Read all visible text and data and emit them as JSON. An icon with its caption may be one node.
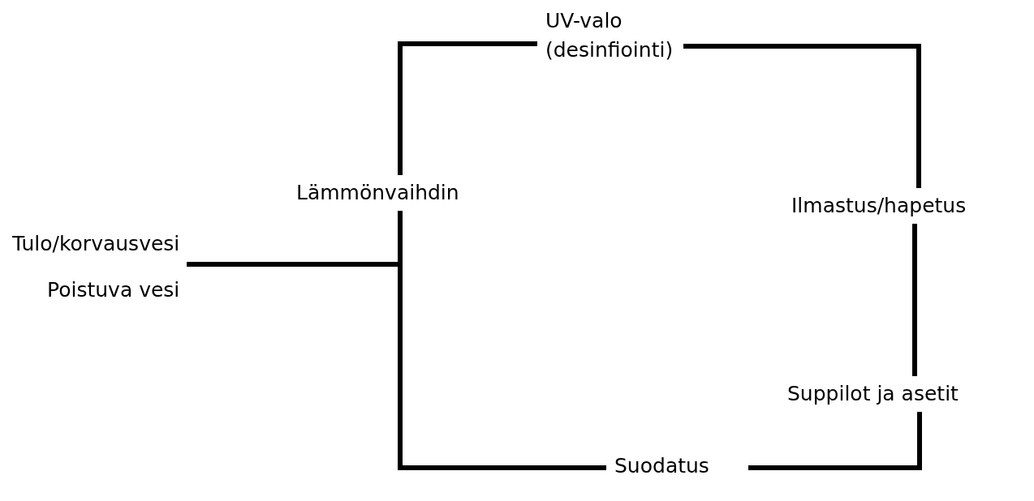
{
  "diagram": {
    "nodes": [
      {
        "text": [
          "UV-valo (desinfiointi)"
        ]
      },
      {
        "text": [
          "Lämmönvaihdin"
        ]
      },
      {
        "text": [
          "Ilmastus/hapetus"
        ]
      },
      {
        "text": [
          "Tulo/korvausvesi"
        ]
      },
      {
        "text": [
          "Poistuva vesi"
        ]
      },
      {
        "text": [
          "Suppilot ja asetit"
        ]
      },
      {
        "text": [
          "Suodatus"
        ]
      }
    ],
    "edges": [
      {
        "from": 1,
        "to": 0,
        "arrow": "none"
      },
      {
        "from": 0,
        "to": 2,
        "arrow": "none"
      },
      {
        "from": 2,
        "to": 5,
        "arrow": "none"
      },
      {
        "from": 5,
        "to": 6,
        "arrow": "none"
      },
      {
        "from": 6,
        "to": 1,
        "arrow": "none"
      },
      {
        "from": 3,
        "to": 1,
        "arrow": "none"
      },
      {
        "from": 4,
        "to": 1,
        "arrow": "none"
      }
    ]
  }
}
